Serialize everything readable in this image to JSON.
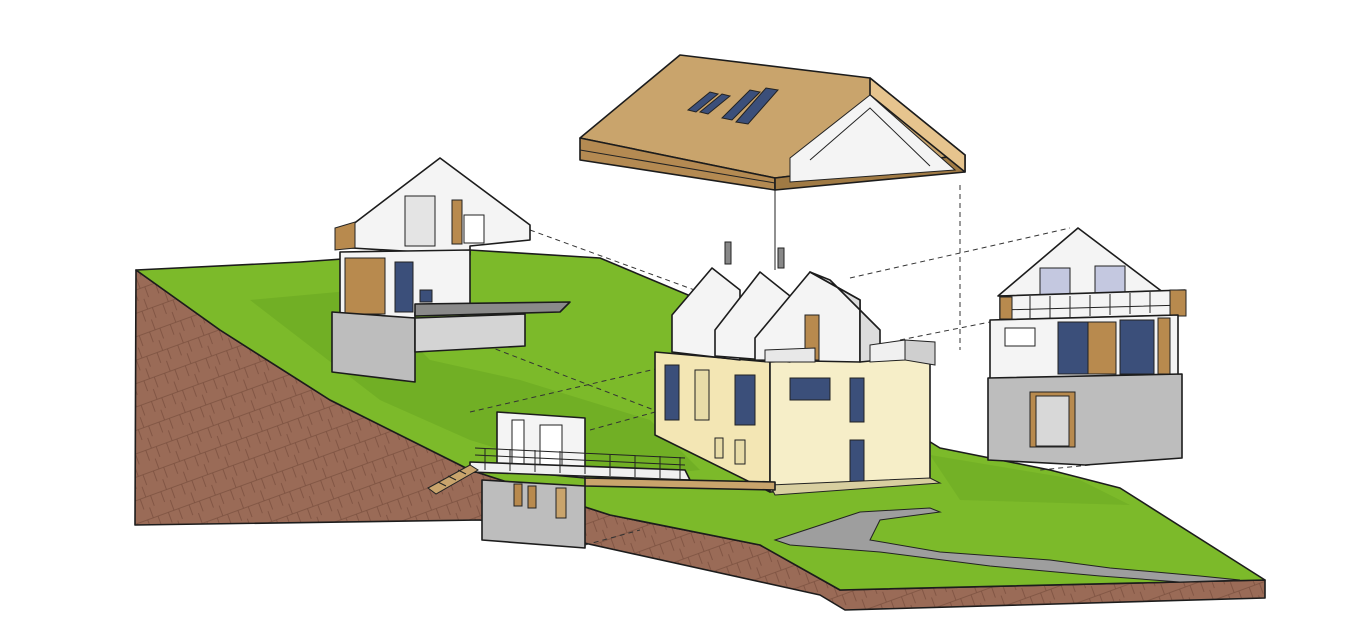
{
  "title": "",
  "colors": {
    "grass": "#7cba2a",
    "grass_shade": "#5f9a1e",
    "soil": "#9a6b57",
    "soil_line": "#7c5140",
    "roof": "#c9a46c",
    "roof_edge": "#b48a52",
    "stucco": "#f3e6b4",
    "concrete": "#bdbdbd",
    "wall_white": "#f4f4f4",
    "glass": "#3b4f7a",
    "timber": "#b88a4e",
    "path": "#9e9e9e"
  },
  "parts": [
    {
      "name": "terrain-slope",
      "icon": "terrain-icon"
    },
    {
      "name": "soil-section",
      "icon": "soil-icon"
    },
    {
      "name": "main-house",
      "icon": "house-icon"
    },
    {
      "name": "exploded-roof",
      "icon": "roof-icon"
    },
    {
      "name": "section-module-left",
      "icon": "section-icon"
    },
    {
      "name": "section-module-right",
      "icon": "section-icon"
    },
    {
      "name": "lower-terrace-module",
      "icon": "terrace-icon"
    },
    {
      "name": "footpath",
      "icon": "path-icon"
    }
  ]
}
